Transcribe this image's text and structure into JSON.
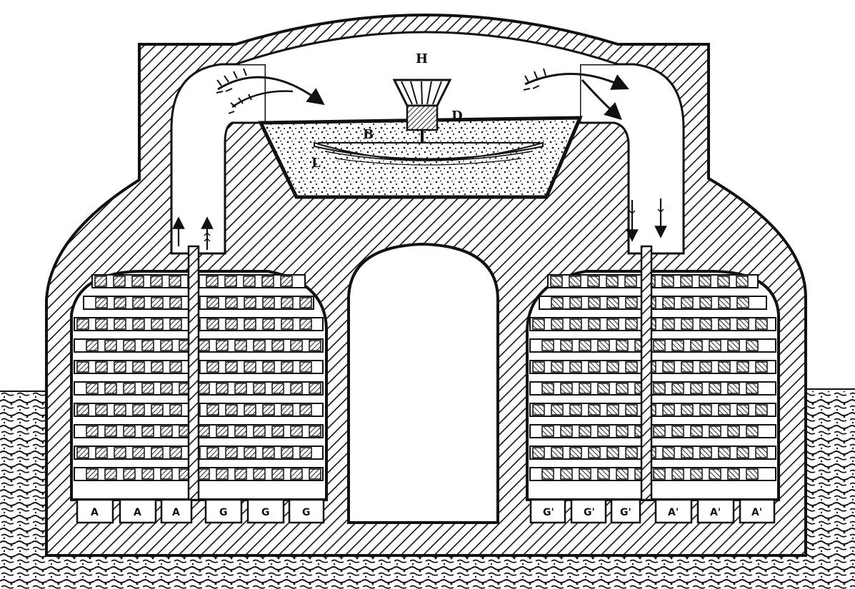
{
  "labels": {
    "h": "H",
    "d": "D",
    "b": "B",
    "l": "L",
    "bottom_left_a": [
      "A",
      "A",
      "A"
    ],
    "bottom_left_g": [
      "G",
      "G",
      "G"
    ],
    "bottom_right_g": [
      "G'",
      "G'",
      "G'"
    ],
    "bottom_right_a": [
      "A'",
      "A'",
      "A'"
    ]
  },
  "colors": {
    "ink": "#111111",
    "paper": "#ffffff"
  }
}
